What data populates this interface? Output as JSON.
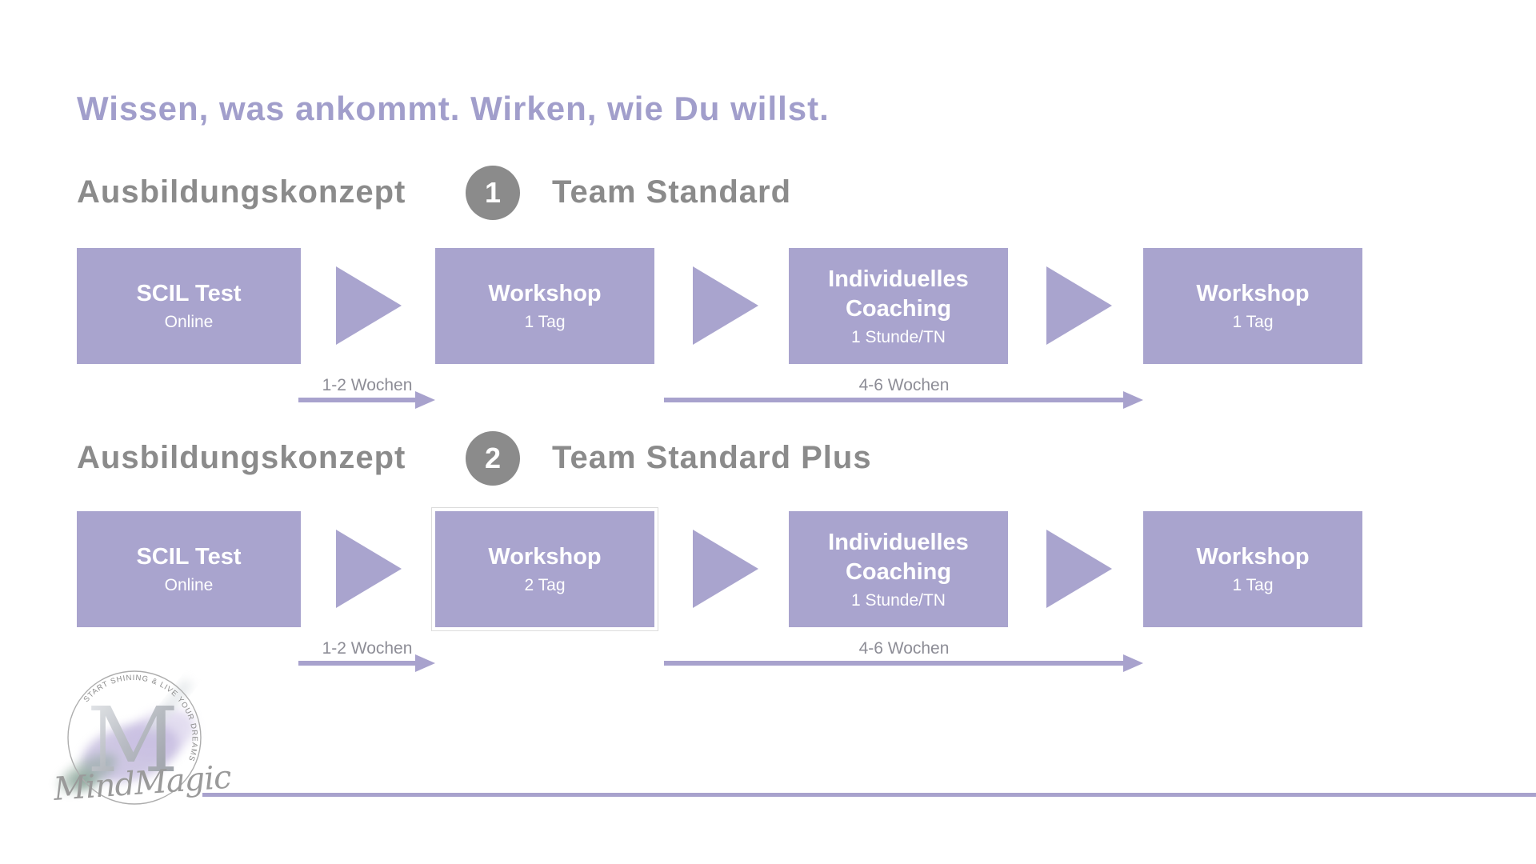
{
  "colors": {
    "accent": "#a9a4ce",
    "accent-line": "#a8a2cd",
    "title": "#a19ecb",
    "heading": "#8b8b8b",
    "label": "#8d8d96"
  },
  "title": "Wissen, was ankommt. Wirken, wie Du willst.",
  "sections": [
    {
      "heading_prefix": "Ausbildungskonzept",
      "number": "1",
      "heading_name": "Team Standard",
      "steps": [
        {
          "title": "SCIL Test",
          "subtitle": "Online"
        },
        {
          "title": "Workshop",
          "subtitle": "1 Tag"
        },
        {
          "title": "Individuelles Coaching",
          "subtitle": "1 Stunde/TN"
        },
        {
          "title": "Workshop",
          "subtitle": "1 Tag"
        }
      ],
      "gap_labels": [
        {
          "text": "1-2 Wochen"
        },
        {
          "text": "4-6 Wochen"
        }
      ]
    },
    {
      "heading_prefix": "Ausbildungskonzept",
      "number": "2",
      "heading_name": "Team Standard Plus",
      "steps": [
        {
          "title": "SCIL Test",
          "subtitle": "Online"
        },
        {
          "title": "Workshop",
          "subtitle": "2 Tag"
        },
        {
          "title": "Individuelles Coaching",
          "subtitle": "1 Stunde/TN"
        },
        {
          "title": "Workshop",
          "subtitle": "1 Tag"
        }
      ],
      "gap_labels": [
        {
          "text": "1-2 Wochen"
        },
        {
          "text": "4-6 Wochen"
        }
      ]
    }
  ],
  "logo": {
    "arc_text": "START SHINING & LIVE YOUR DREAMS",
    "wordmark": "MindMagic"
  }
}
